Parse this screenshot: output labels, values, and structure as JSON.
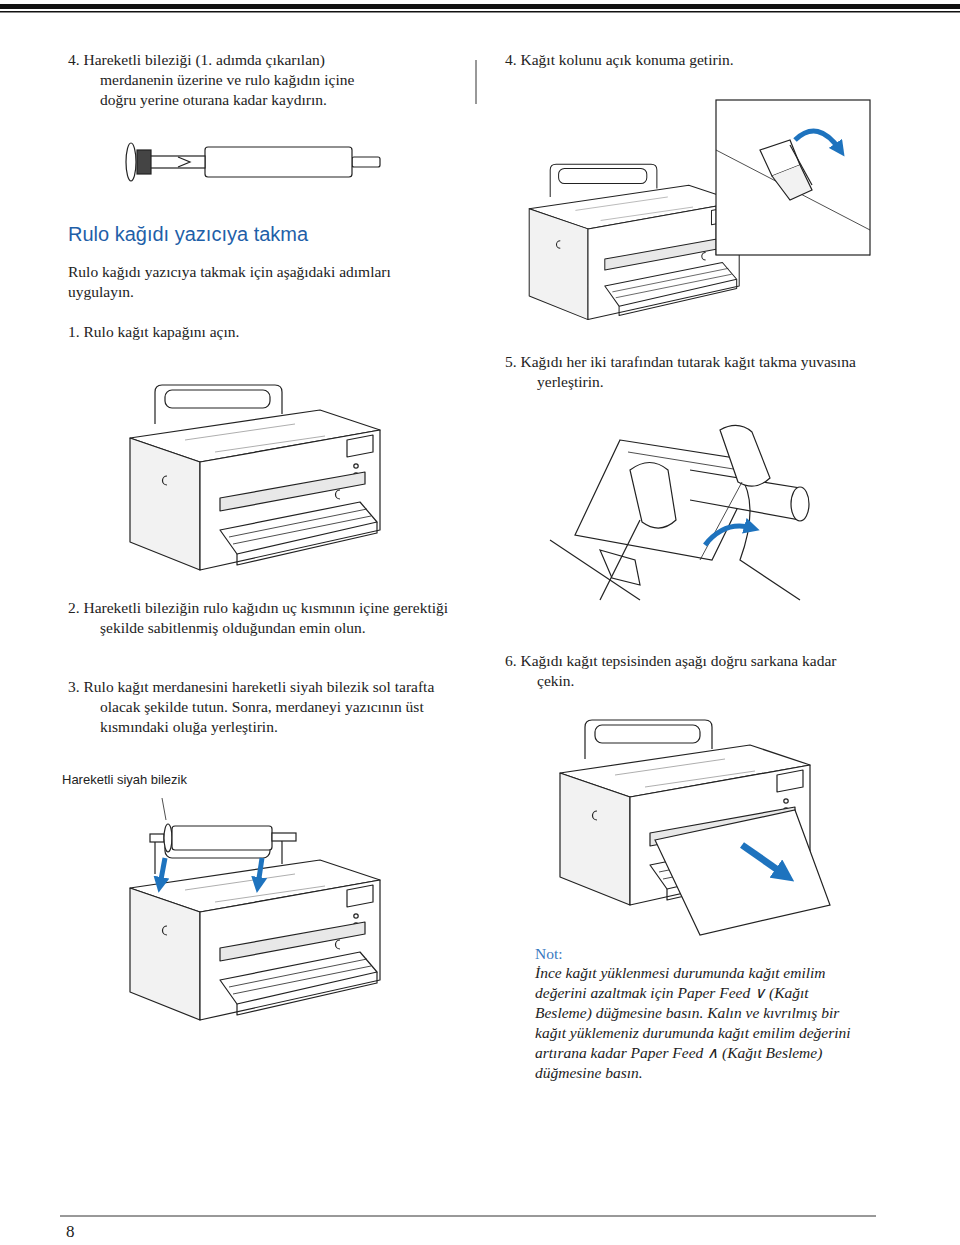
{
  "diagram": {
    "title": "Rulo kağıdı yazıcıya takma",
    "labels": [
      "4. Hareketli bileziği (1. adımda çıkarılan) merdanenin üzerine ve rulo kağıdın içine doğru yerine oturana kadar kaydırın.",
      "Rulo kağıdı yazıcıya takmak için aşağıdaki adımları uygulayın.",
      "1. Rulo kağıt kapağını açın.",
      "2. Hareketli bileziğin rulo kağıdın uç kısmının içine gerektiği şekilde sabitlenmiş olduğundan emin olun.",
      "3. Rulo kağıt merdanesini hareketli siyah bilezik sol tarafta olacak şekilde tutun. Sonra, merdaneyi yazıcının üst kısmındaki oluğa yerleştirin.",
      "Hareketli siyah bilezik",
      "4. Kağıt kolunu açık konuma getirin.",
      "5. Kağıdı her iki tarafından tutarak kağıt takma yuvasına yerleştirin.",
      "6. Kağıdı kağıt tepsisinden aşağı doğru sarkana kadar çekin.",
      "Not:",
      "İnce kağıt yüklenmesi durumunda kağıt emilim değerini azaltmak için Paper Feed ∨ (Kağıt Besleme) düğmesine basın. Kalın ve kıvrılmış bir kağıt yüklemeniz durumunda kağıt emilim değerini artırana kadar Paper Feed ∧ (Kağıt Besleme) düğmesine basın.",
      "8"
    ]
  }
}
